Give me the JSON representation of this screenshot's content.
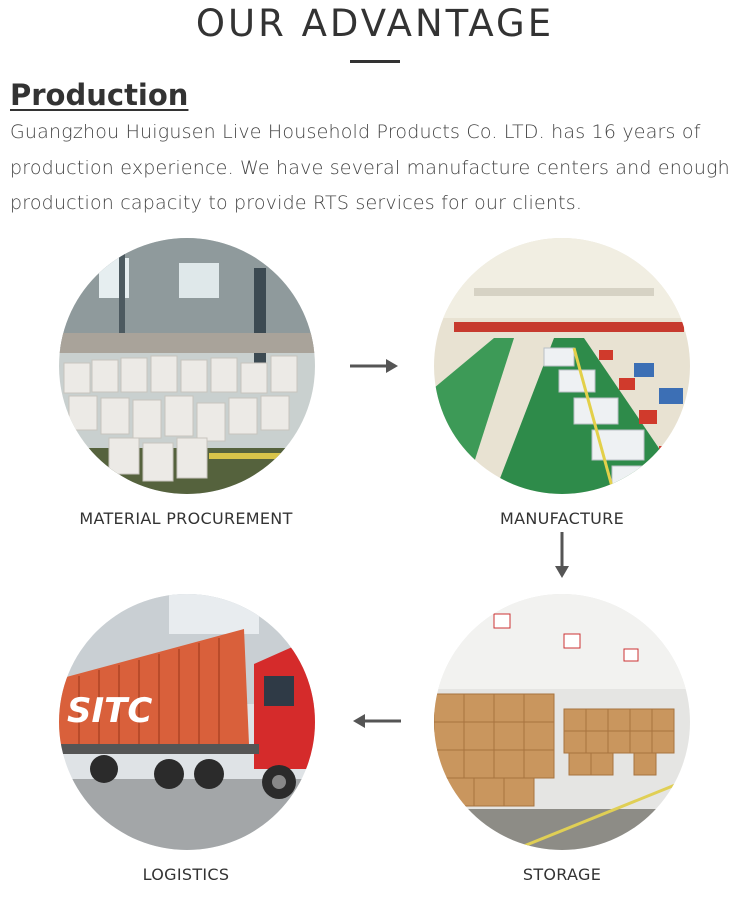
{
  "header": {
    "title": "OUR ADVANTAGE"
  },
  "section": {
    "heading": "Production",
    "paragraph": "Guangzhou Huigusen Live Household Products Co. LTD. has 16 years of production experience. We have several manufacture centers and enough production capacity to provide RTS services for our clients."
  },
  "steps": {
    "procurement": {
      "label": "MATERIAL PROCUREMENT"
    },
    "manufacture": {
      "label": "MANUFACTURE"
    },
    "storage": {
      "label": "STORAGE"
    },
    "logistics": {
      "label": "LOGISTICS",
      "container_text": "SITC"
    }
  },
  "colors": {
    "text": "#333333",
    "arrow": "#555555",
    "factory_floor": "#2e8b4a",
    "container": "#d9603b",
    "truck_cab": "#d52b2b",
    "carton": "#c9965e"
  },
  "icons": [
    "arrow-right-icon",
    "arrow-down-icon",
    "arrow-left-icon"
  ]
}
